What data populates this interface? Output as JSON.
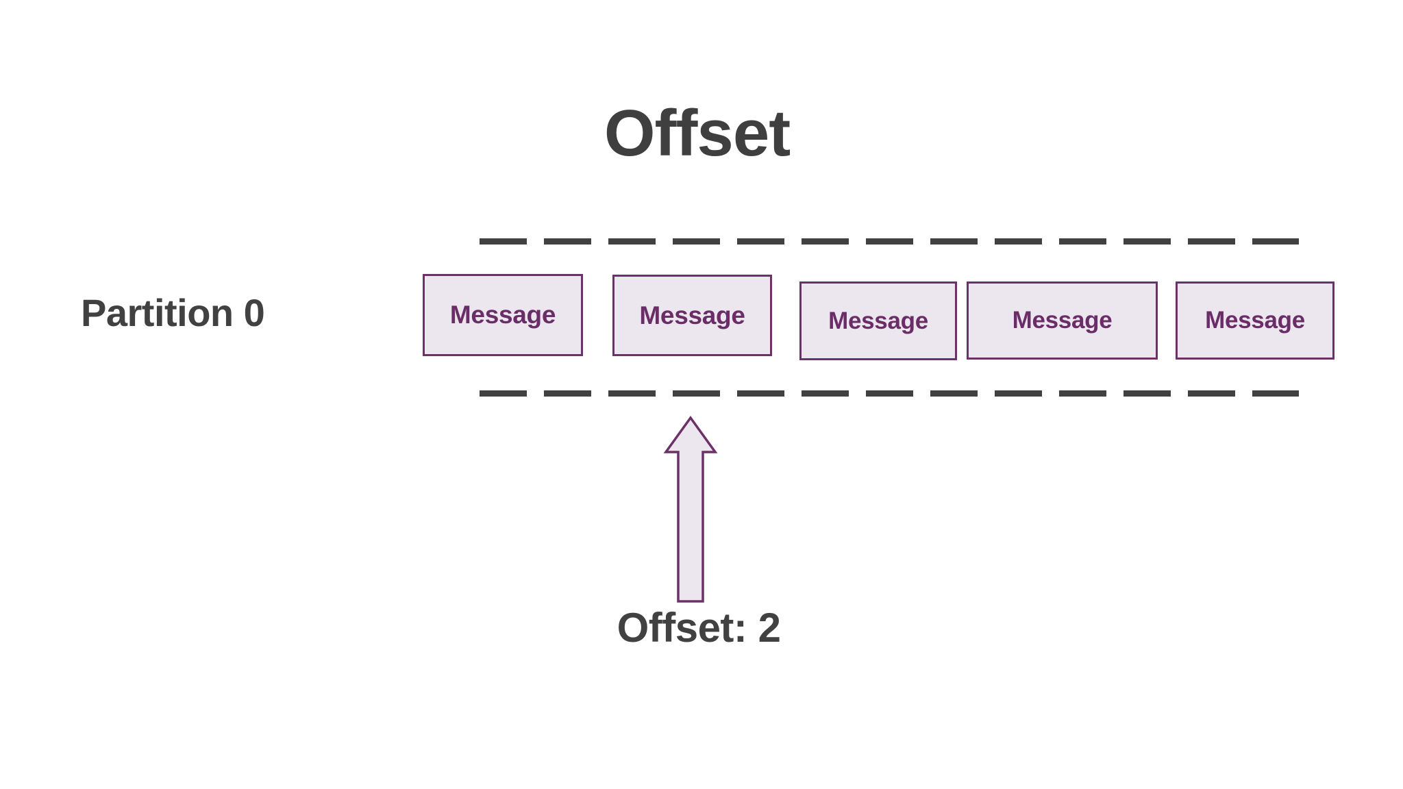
{
  "diagram": {
    "title": "Offset",
    "partition_label": "Partition 0",
    "offset_caption": "Offset: 2",
    "messages": [
      {
        "label": "Message"
      },
      {
        "label": "Message"
      },
      {
        "label": "Message"
      },
      {
        "label": "Message"
      },
      {
        "label": "Message"
      }
    ],
    "colors": {
      "title_text": "#3f3f3f",
      "label_text": "#414141",
      "rail_dash": "#414141",
      "box_fill": "#ece6ee",
      "box_border": "#6d3169",
      "box_text": "#6a2d68",
      "arrow_fill": "#ece6ee",
      "arrow_stroke": "#6d3169",
      "background": "#ffffff"
    },
    "icons": {
      "arrow": "arrow-up-icon"
    }
  }
}
